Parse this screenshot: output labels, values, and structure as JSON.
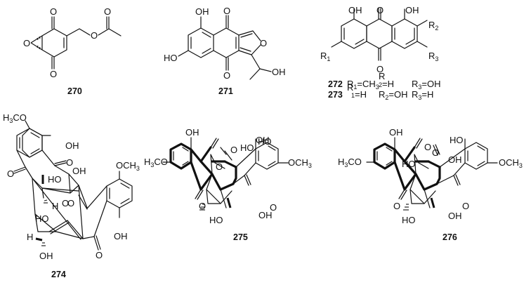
{
  "figure": {
    "type": "chemical-structures",
    "compounds": [
      {
        "id": "270",
        "label": "270",
        "atoms": {
          "o_top": "O",
          "o_bottom": "O",
          "o_epoxide": "O",
          "o_ester": "O",
          "o_acyl": "O"
        }
      },
      {
        "id": "271",
        "label": "271",
        "atoms": {
          "oh_top": "OH",
          "oh_left": "HO",
          "o_top": "O",
          "o_bottom": "O",
          "o_furan": "O",
          "oh_side": "OH"
        }
      },
      {
        "id": "272_273",
        "atoms": {
          "oh_left": "OH",
          "o_top": "O",
          "oh_right": "OH",
          "o_bottom": "O",
          "r1": "R",
          "r1_sub": "1",
          "r2": "R",
          "r2_sub": "2",
          "r3": "R",
          "r3_sub": "3"
        },
        "substituents": [
          {
            "id": "272",
            "label": "272",
            "r1": "R1=CH3",
            "r2": "R2=H",
            "r3": "R3=OH"
          },
          {
            "id": "273",
            "label": "273",
            "r1": "R1=H",
            "r2": "R2=OH",
            "r3": "R3=H"
          }
        ],
        "legend_rows": [
          {
            "num": "272",
            "parts": [
              "R",
              "1",
              "=CH",
              "3",
              "R",
              "2",
              "=H",
              "R",
              "3",
              "=OH"
            ]
          },
          {
            "num": "273",
            "parts": [
              "R",
              "1",
              "=H",
              "R",
              "2",
              "=OH",
              "R",
              "3",
              "=H"
            ]
          }
        ]
      },
      {
        "id": "274",
        "label": "274",
        "atoms": {
          "h3co": "H",
          "h3co_sub": "3",
          "h3co_rest": "CO",
          "oh_1": "OH",
          "o_1": "O",
          "o_2": "O",
          "oh_2": "OH",
          "ho_1": "HO",
          "o_3": "O",
          "h_1": "H",
          "och3": "OCH",
          "och3_sub": "3",
          "o_4": "O",
          "ho_2": "HO",
          "h_2": "H",
          "oh_3": "OH",
          "oh_4": "OH",
          "o_5": "O"
        }
      },
      {
        "id": "275",
        "label": "275",
        "atoms": {
          "oh_top": "OH",
          "h3co": "H",
          "h3co_sub": "3",
          "h3co_rest": "CO",
          "o_1": "O",
          "ho_1": "HO",
          "oh_1": "OH",
          "o_2": "O",
          "ho_right": "HO",
          "och3": "OCH",
          "och3_sub": "3",
          "o_3": "O",
          "o_4": "O",
          "oh_bottom": "OH",
          "ho_bottom": "HO"
        }
      },
      {
        "id": "276",
        "label": "276",
        "atoms": {
          "oh_top": "OH",
          "h3co": "H",
          "h3co_sub": "3",
          "h3co_rest": "CO",
          "o_1": "O",
          "o_2": "O",
          "oh_1": "OH",
          "ho_1": "HO",
          "ho_right": "HO",
          "och3": "OCH",
          "och3_sub": "3",
          "o_3": "O",
          "o_4": "O",
          "oh_bottom": "OH",
          "ho_bottom": "HO"
        }
      }
    ]
  }
}
